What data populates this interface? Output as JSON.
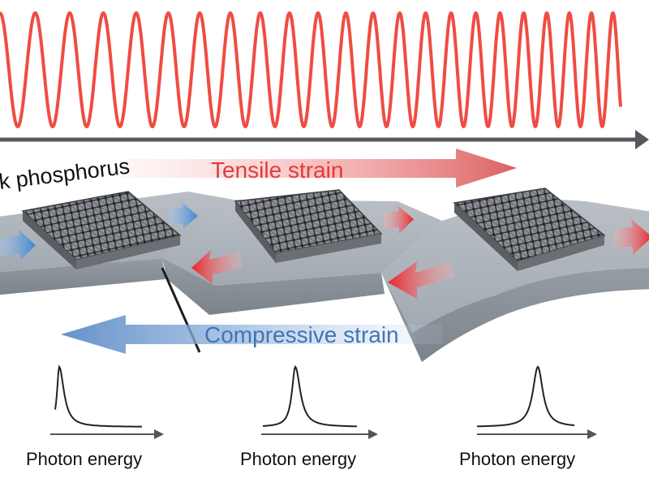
{
  "labels": {
    "material": "k phosphorus",
    "tensile": "Tensile strain",
    "compressive": "Compressive strain",
    "spectra": [
      "Photon energy",
      "Photon energy",
      "Photon energy"
    ]
  },
  "colors": {
    "wave": "#ef4c43",
    "axis": "#55585c",
    "slab_top": "#aeb4ba",
    "slab_side": "#8e959c",
    "tensile_text": "#e33b3b",
    "compressive_text": "#3f74b8",
    "red_arrow": "#e8242a",
    "blue_arrow": "#4d91d8"
  },
  "icons": [
    "lattice-icon",
    "strain-arrow-icon",
    "peak-curve-icon"
  ]
}
